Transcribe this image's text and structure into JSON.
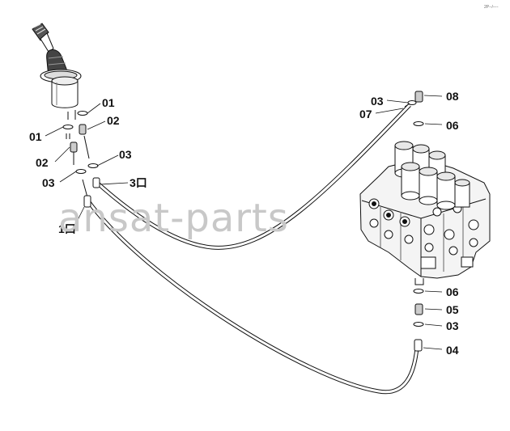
{
  "watermark": "ansat-parts",
  "corner_mark": "2P--/----",
  "callouts": [
    {
      "id": "c01a",
      "label": "01"
    },
    {
      "id": "c02a",
      "label": "02"
    },
    {
      "id": "c03a",
      "label": "03"
    },
    {
      "id": "c3port",
      "label": "3口"
    },
    {
      "id": "c01b",
      "label": "01"
    },
    {
      "id": "c02b",
      "label": "02"
    },
    {
      "id": "c03b",
      "label": "03"
    },
    {
      "id": "c1port",
      "label": "1口"
    },
    {
      "id": "c03c",
      "label": "03"
    },
    {
      "id": "c07",
      "label": "07"
    },
    {
      "id": "c08",
      "label": "08"
    },
    {
      "id": "c06a",
      "label": "06"
    },
    {
      "id": "c06b",
      "label": "06"
    },
    {
      "id": "c05",
      "label": "05"
    },
    {
      "id": "c03d",
      "label": "03"
    },
    {
      "id": "c04",
      "label": "04"
    }
  ]
}
